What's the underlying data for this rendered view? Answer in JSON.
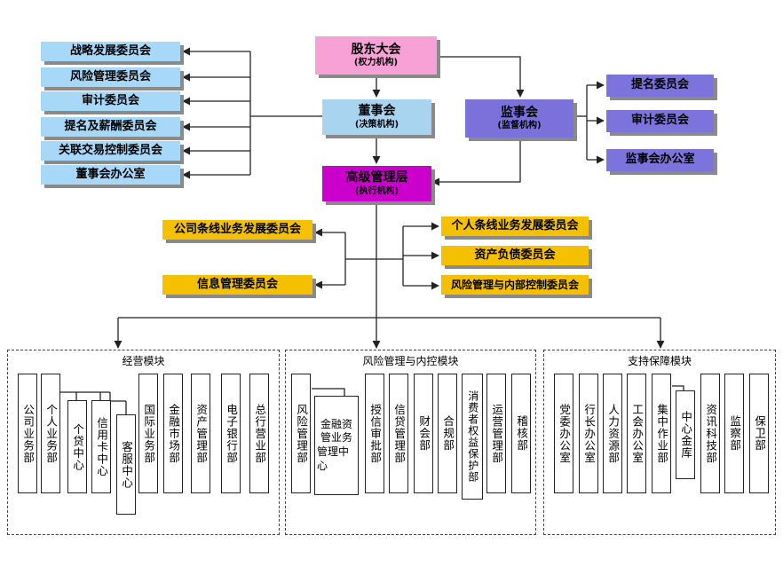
{
  "core": {
    "shareholders": {
      "name": "股东大会",
      "note": "(权力机构)"
    },
    "board": {
      "name": "董事会",
      "note": "(决策机构)"
    },
    "supervisors": {
      "name": "监事会",
      "note": "(监督机构)"
    },
    "management": {
      "name": "高级管理层",
      "note": "(执行机构)"
    }
  },
  "board_committees": [
    "战略发展委员会",
    "风险管理委员会",
    "审计委员会",
    "提名及薪酬委员会",
    "关联交易控制委员会",
    "董事会办公室"
  ],
  "supervisor_committees": [
    "提名委员会",
    "审计委员会",
    "监事会办公室"
  ],
  "mgmt_committees_left": [
    "公司条线业务发展委员会",
    "信息管理委员会"
  ],
  "mgmt_committees_right": [
    "个人条线业务发展委员会",
    "资产负债委员会",
    "风险管理与内部控制委员会"
  ],
  "modules": {
    "business": {
      "title": "经营模块",
      "depts": [
        "公司业务部",
        "个人业务部",
        "个贷中心",
        "信用卡中心",
        "客服中心",
        "国际业务部",
        "金融市场部",
        "资产管理部",
        "电子银行部",
        "总行营业部"
      ]
    },
    "risk": {
      "title": "风险管理与内控模块",
      "depts": [
        "风险管理部",
        "授信审批部",
        "信贷管理部",
        "财会部",
        "合规部",
        "消费者权益保护部",
        "运营管理部",
        "稽核部"
      ],
      "sub_center": [
        "金融资",
        "管业务",
        "管理中心"
      ]
    },
    "support": {
      "title": "支持保障模块",
      "depts": [
        "党委办公室",
        "行长办公室",
        "人力资源部",
        "工会办公室",
        "集中作业部",
        "中心金库",
        "资讯科技部",
        "监察部",
        "保卫部"
      ]
    }
  },
  "colors": {
    "board_committee": "#a8d8f8",
    "shareholders": "#f7a1d6",
    "supervisors": "#7b71db",
    "management": "#cc00cc",
    "mgmt_committee": "#f5c000"
  }
}
